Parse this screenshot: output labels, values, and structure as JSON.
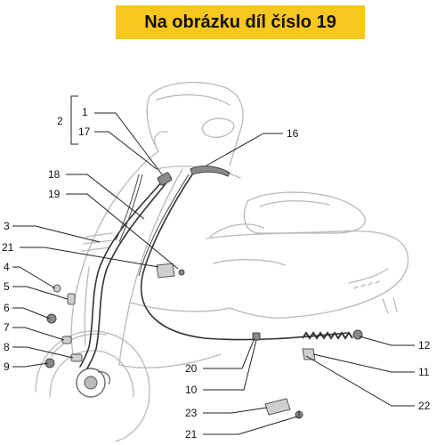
{
  "banner": {
    "text": "Na obrázku díl číslo 19"
  },
  "callouts": {
    "l1": "1",
    "l17": "17",
    "l2": "2",
    "l16": "16",
    "l18": "18",
    "l19": "19",
    "l3": "3",
    "l21a": "21",
    "l4": "4",
    "l5": "5",
    "l6": "6",
    "l7": "7",
    "l8": "8",
    "l9": "9",
    "l20": "20",
    "l10": "10",
    "l23": "23",
    "l21b": "21",
    "l12": "12",
    "l11": "11",
    "l22": "22"
  },
  "colors": {
    "banner_bg": "#f7c71f",
    "outline": "#b9b9b9",
    "cable": "#333333"
  }
}
